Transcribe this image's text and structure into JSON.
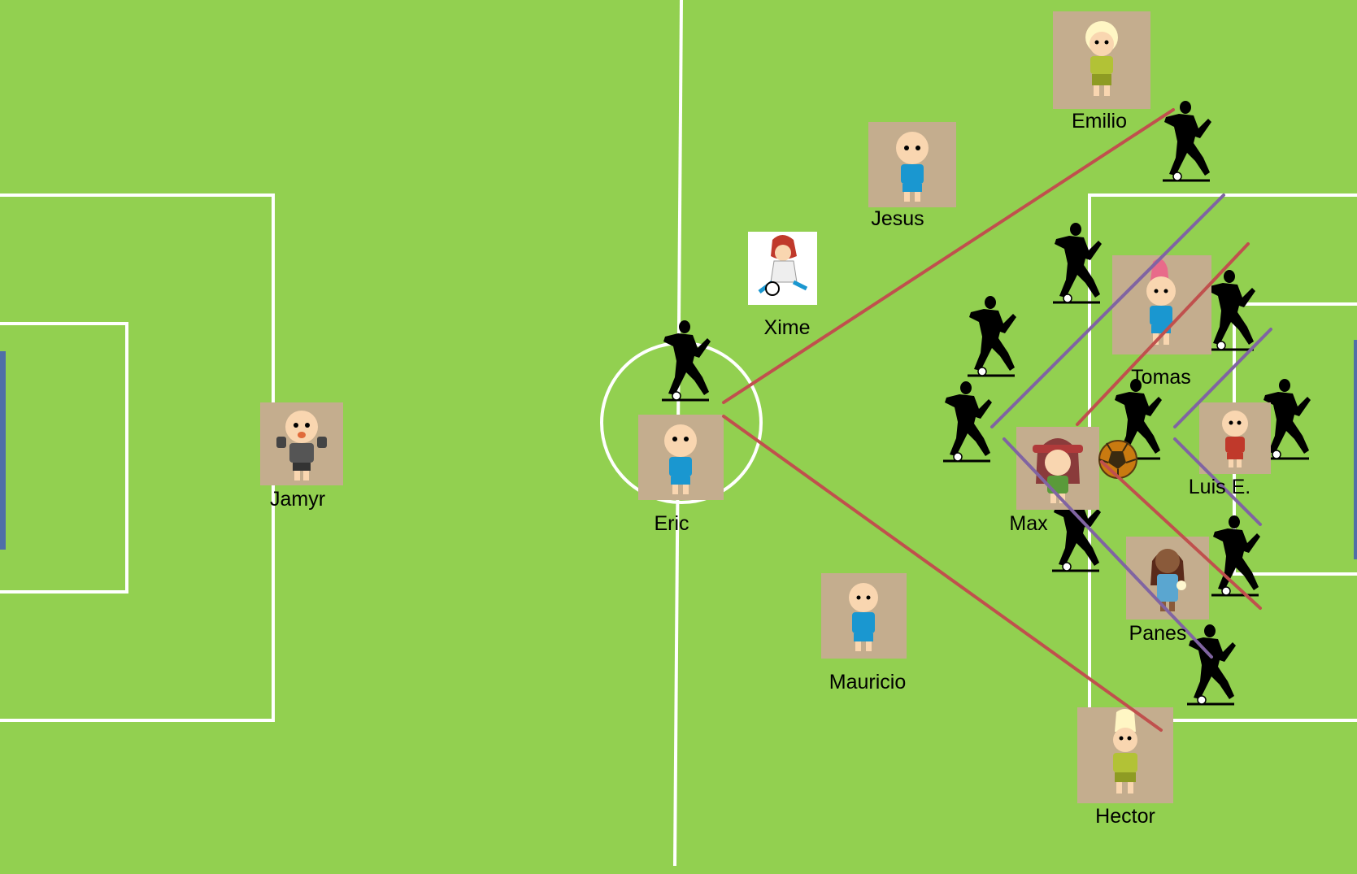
{
  "colors": {
    "grass": "#92d050",
    "line": "#ffffff",
    "card": "#c4ad8e",
    "red_line": "#c0504d",
    "purple_line": "#8064a2",
    "goal": "#4f6fa8"
  },
  "players": [
    {
      "id": "emilio",
      "name": "Emilio",
      "kit": "yellow",
      "hair": "blonde"
    },
    {
      "id": "jesus",
      "name": "Jesus",
      "kit": "blue",
      "hair": "bald"
    },
    {
      "id": "xime",
      "name": "Xime",
      "kit": "cartoon",
      "hair": "red"
    },
    {
      "id": "tomas",
      "name": "Tomas",
      "kit": "blue",
      "hair": "pink"
    },
    {
      "id": "jamyr",
      "name": "Jamyr",
      "kit": "keeper",
      "hair": "bald"
    },
    {
      "id": "eric",
      "name": "Eric",
      "kit": "blue",
      "hair": "bald"
    },
    {
      "id": "luis",
      "name": "Luis E.",
      "kit": "red",
      "hair": "bald"
    },
    {
      "id": "max",
      "name": "Max",
      "kit": "green",
      "hair": "brown"
    },
    {
      "id": "panes",
      "name": "Panes",
      "kit": "blue",
      "hair": "dark"
    },
    {
      "id": "mauricio",
      "name": "Mauricio",
      "kit": "blue",
      "hair": "bald"
    },
    {
      "id": "hector",
      "name": "Hector",
      "kit": "yellow",
      "hair": "blonde"
    }
  ],
  "opponents_icon": "kicking-player-silhouette-icon",
  "ball_icon": "soccer-ball-icon"
}
